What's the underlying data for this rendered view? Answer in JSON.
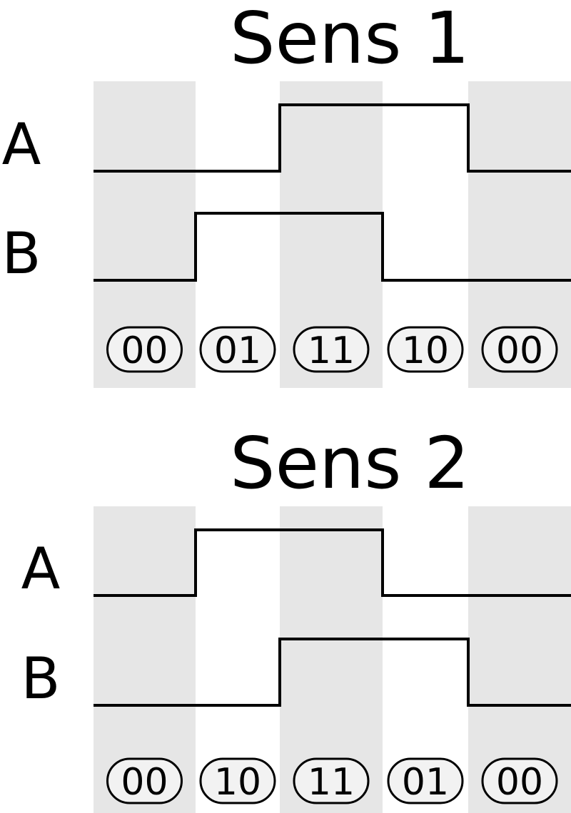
{
  "colors": {
    "shade": "#e6e6e6",
    "pill_fill": "#f2f2f2",
    "line": "#000000"
  },
  "diagrams": [
    {
      "title": "Sens 1",
      "signals": [
        {
          "label": "A",
          "levels": [
            0,
            0,
            1,
            1,
            0
          ]
        },
        {
          "label": "B",
          "levels": [
            0,
            1,
            1,
            0,
            0
          ]
        }
      ],
      "states": [
        "00",
        "01",
        "11",
        "10",
        "00"
      ]
    },
    {
      "title": "Sens 2",
      "signals": [
        {
          "label": "A",
          "levels": [
            0,
            1,
            1,
            0,
            0
          ]
        },
        {
          "label": "B",
          "levels": [
            0,
            0,
            1,
            1,
            0
          ]
        }
      ],
      "states": [
        "00",
        "10",
        "11",
        "01",
        "00"
      ]
    }
  ]
}
